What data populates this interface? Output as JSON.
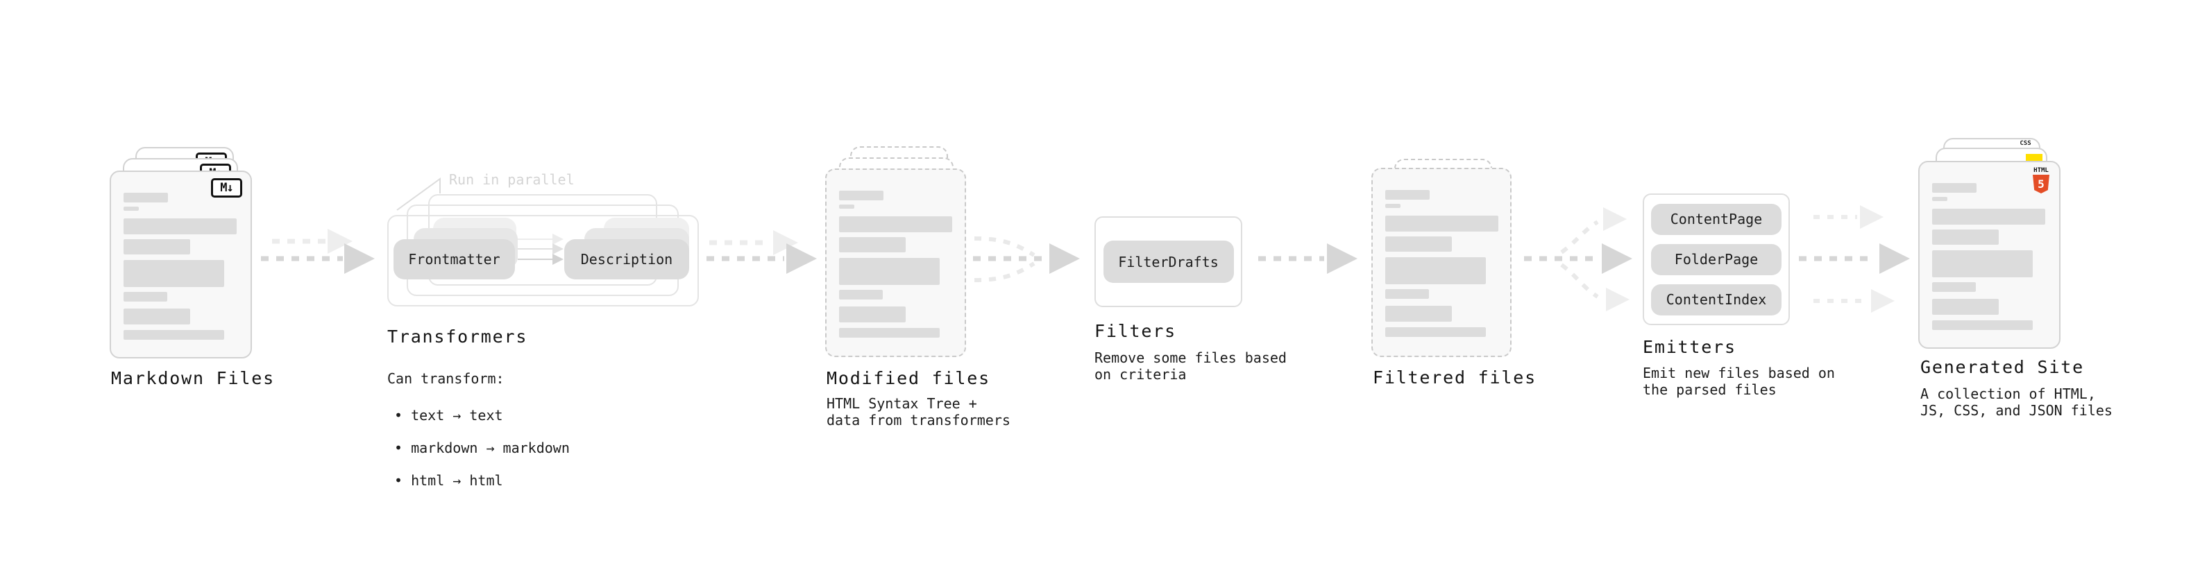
{
  "stages": {
    "markdown": {
      "label": "Markdown Files",
      "icon_text": "M↓"
    },
    "transformers": {
      "label": "Transformers",
      "note": "Run in parallel",
      "chips": [
        "Frontmatter",
        "Description"
      ],
      "description_intro": "Can transform:",
      "bullets": [
        "• text → text",
        "• markdown → markdown",
        "• html → html"
      ]
    },
    "modified": {
      "label": "Modified files",
      "description": "HTML Syntax Tree +\ndata from transformers"
    },
    "filters": {
      "label": "Filters",
      "chips": [
        "FilterDrafts"
      ],
      "description": "Remove some files based\non criteria"
    },
    "filtered": {
      "label": "Filtered files"
    },
    "emitters": {
      "label": "Emitters",
      "chips": [
        "ContentPage",
        "FolderPage",
        "ContentIndex"
      ],
      "description": "Emit new files based on\nthe parsed files"
    },
    "generated": {
      "label": "Generated Site",
      "description": "A collection of HTML,\nJS, CSS, and JSON files",
      "badges": {
        "css_text": "CSS",
        "html_word": "HTML",
        "html_number": "5"
      }
    }
  },
  "colors": {
    "card_fill": "#f8f8f8",
    "bar_fill": "#dcdcdc",
    "chip_fill": "#dcdcdc",
    "arrow_main": "#d6d6d6",
    "arrow_ghost": "#ececec",
    "text": "#141414",
    "note_text": "#d4d4d4",
    "css_accent": "#2c63ff",
    "js_accent": "#ffdf00",
    "html5_accent": "#e44d26"
  }
}
